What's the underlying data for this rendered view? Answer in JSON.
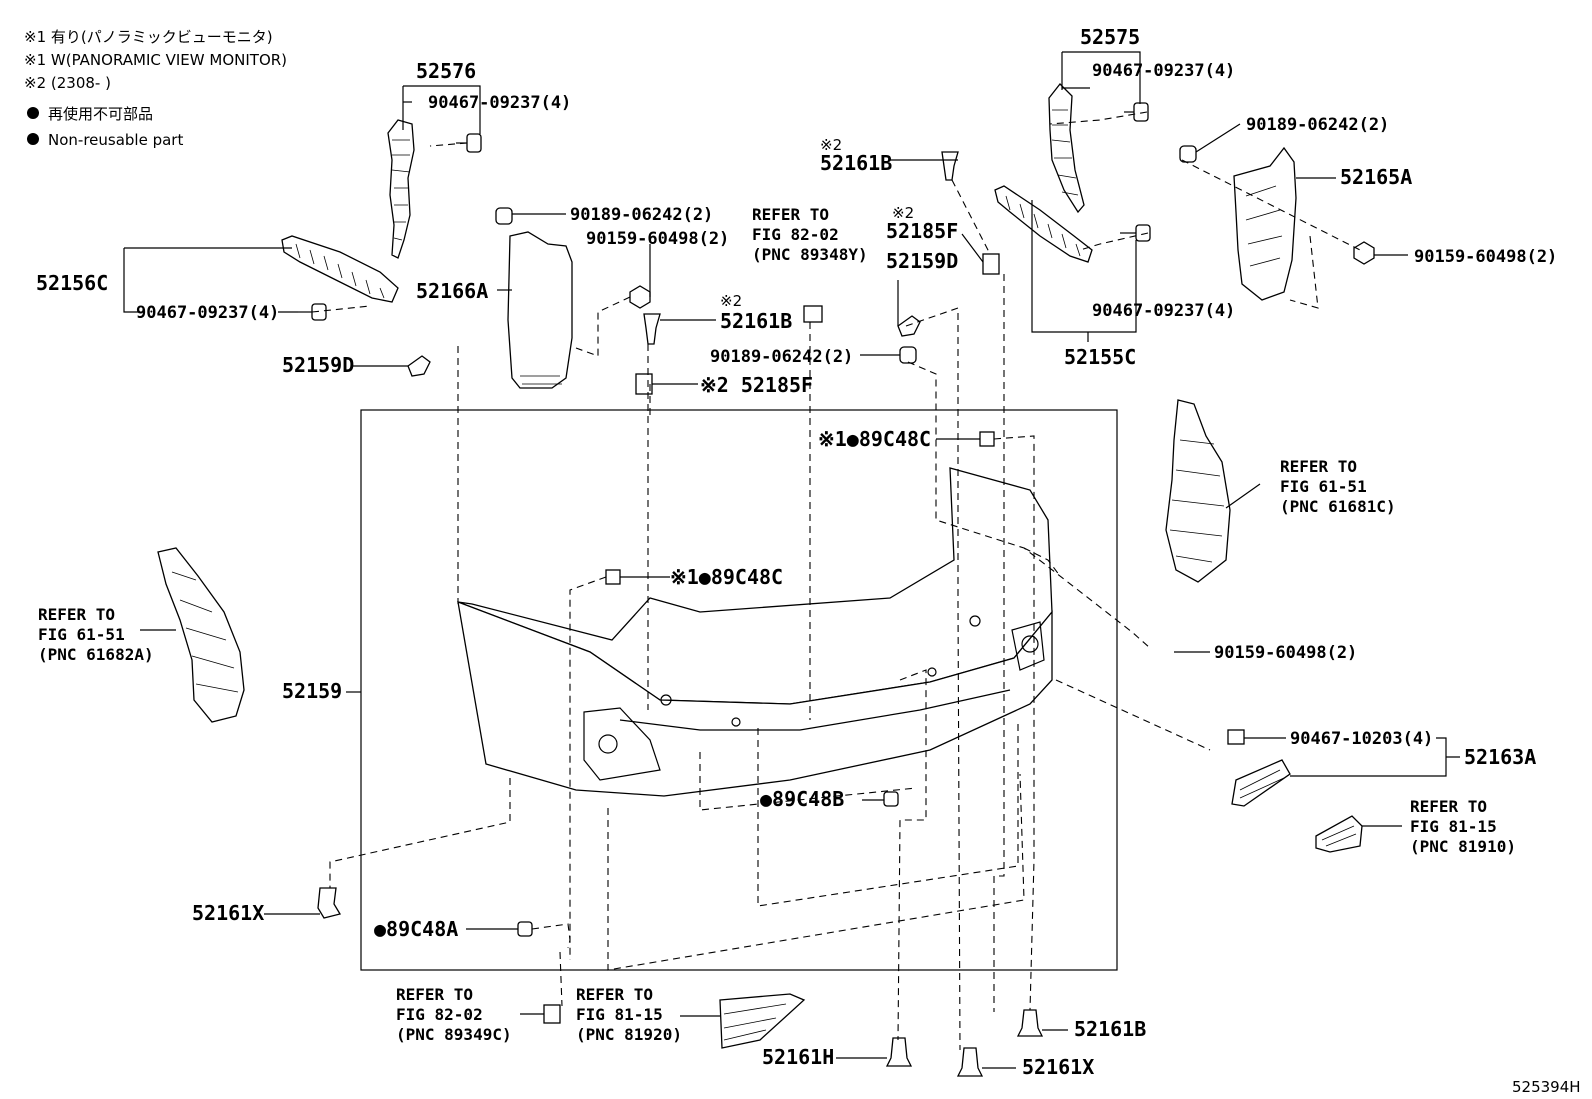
{
  "legend": {
    "note1_jp": "※1 有り(パノラミックビューモニタ)",
    "note1_en": "※1 W(PANORAMIC VIEW MONITOR)",
    "note2": "※2 (2308-        )",
    "nonreusable_jp": "再使用不可部品",
    "nonreusable_en": "Non-reusable part"
  },
  "labels": {
    "p52576": "52576",
    "p52575": "52575",
    "b90467_l": "90467-09237(4)",
    "b90467_r": "90467-09237(4)",
    "b90467_c": "90467-09237(4)",
    "b90467_r2": "90467-09237(4)",
    "mark1": "※2",
    "p52161B_top": "52161B",
    "c90189_r": "90189-06242(2)",
    "p52165A": "52165A",
    "c90189_l": "90189-06242(2)",
    "c90159_l": "90159-60498(2)",
    "ref1_a": "REFER TO",
    "ref1_b": "FIG 82-02",
    "ref1_c": "(PNC 89348Y)",
    "mark2": "※2",
    "p52185F_top": "52185F",
    "c90159_r": "90159-60498(2)",
    "p52156C": "52156C",
    "p52166A": "52166A",
    "p52159D_r": "52159D",
    "mark3": "※2",
    "p52161B_mid": "52161B",
    "c90189_c": "90189-06242(2)",
    "p52155C": "52155C",
    "p52159D_l": "52159D",
    "p52185F_mid": "※2 52185F",
    "p89C48C_top": "※1●89C48C",
    "ref2_a": "REFER TO",
    "ref2_b": "FIG 61-51",
    "ref2_c": "(PNC 61681C)",
    "p89C48C_mid": "※1●89C48C",
    "ref3_a": "REFER TO",
    "ref3_b": "FIG 61-51",
    "ref3_c": "(PNC 61682A)",
    "c90159_b": "90159-60498(2)",
    "p52159": "52159",
    "c90467_10203": "90467-10203(4)",
    "p52163A": "52163A",
    "p89C48B": "●89C48B",
    "ref4_a": "REFER TO",
    "ref4_b": "FIG 81-15",
    "ref4_c": "(PNC 81910)",
    "p52161X_l": "52161X",
    "p89C48A": "●89C48A",
    "ref5_a": "REFER TO",
    "ref5_b": "FIG 82-02",
    "ref5_c": "(PNC 89349C)",
    "ref6_a": "REFER TO",
    "ref6_b": "FIG 81-15",
    "ref6_c": "(PNC 81920)",
    "p52161B_bot": "52161B",
    "p52161H": "52161H",
    "p52161X_bot": "52161X",
    "fig_id": "525394H"
  }
}
